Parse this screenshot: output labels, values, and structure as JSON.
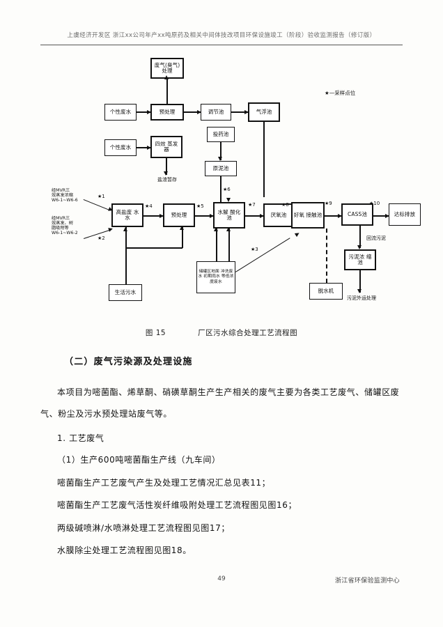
{
  "header": {
    "running_title": "上虞经济开发区 浙江xx公司年产xx吨原药及相关中间体技改项目环保设施竣工（阶段）验收监测报告（修订版）",
    "rule": true
  },
  "figure": {
    "caption_number": "图 15",
    "caption_title": "厂区污水综合处理工艺流程图",
    "legend_note": "★—采样点位",
    "boxes": [
      {
        "id": "b-exhaust-treat",
        "text": "废气(臭气)\n处理"
      },
      {
        "id": "b-mother-liquor",
        "text": "个性废水"
      },
      {
        "id": "b-pretreat-1",
        "text": "预处理"
      },
      {
        "id": "b-regulate",
        "text": "调节池"
      },
      {
        "id": "b-air-float",
        "text": "气浮池"
      },
      {
        "id": "b-highsalt-source",
        "text": "个性废水"
      },
      {
        "id": "b-quadruple-evap",
        "text": "四效\n蒸发器"
      },
      {
        "id": "b-salt-storage",
        "text": "盐渣暂存"
      },
      {
        "id": "b-dosing-tank",
        "text": "投药池"
      },
      {
        "id": "b-sludge-back",
        "text": "原泥池"
      },
      {
        "id": "b-highsalt-water",
        "text": "高盐废\n水水"
      },
      {
        "id": "b-pretreatment",
        "text": "预处理"
      },
      {
        "id": "b-hydrolysis-acid",
        "text": "水解\n酸化池"
      },
      {
        "id": "b-anaerobic",
        "text": "厌氧池"
      },
      {
        "id": "b-aerobic-contact",
        "text": "好氧\n接触池"
      },
      {
        "id": "b-cass",
        "text": "CASS池"
      },
      {
        "id": "b-discharge",
        "text": "达标排放"
      },
      {
        "id": "b-domestic-water",
        "text": "生活污水"
      },
      {
        "id": "b-mixed-wastewater",
        "text": "储罐区地面\n冲洗废水\n初期雨水\n等低浓度废水"
      },
      {
        "id": "b-sludge-thicken",
        "text": "污泥浓\n缩池"
      },
      {
        "id": "b-dewater",
        "text": "脱水机"
      }
    ],
    "free_labels": [
      {
        "id": "lbl-mvr-1",
        "text": "经MVR三\n效蒸发浓缩\nW6-1~W6-6"
      },
      {
        "id": "lbl-mvr-2",
        "text": "经MVR三\n效蒸发、树\n脂吸附等\nW6-1~W6-2"
      },
      {
        "id": "lbl-salt-store",
        "text": "盐渣暂存"
      },
      {
        "id": "lbl-sludge-return",
        "text": "回流污泥"
      },
      {
        "id": "lbl-sludge-out",
        "text": "污泥外运处理"
      }
    ],
    "star_markers": [
      "★1",
      "★2",
      "★3",
      "★4",
      "★5",
      "★6",
      "★7",
      "★8",
      "★9",
      "★10"
    ]
  },
  "content": {
    "section_heading": "（二）废气污染源及处理设施",
    "paragraphs": [
      "本项目为嘧菌酯、烯草酮、硝磺草酮生产生产相关的废气主要为各类工艺废气、储罐区废气、粉尘及污水预处理站废气等。",
      "1. 工艺废气",
      "（1）生产600吨嘧菌酯生产线（九车间）",
      "嘧菌酯生产工艺废气产生及处理工艺情况汇总见表11；",
      "嘧菌酯生产工艺废气活性炭纤维吸附处理工艺流程图见图16；",
      "两级碱喷淋/水喷淋处理工艺流程图见图17；",
      "水膜除尘处理工艺流程图见图18。"
    ]
  },
  "footer": {
    "page_number": "49",
    "org": "浙江省环保验监测中心"
  }
}
